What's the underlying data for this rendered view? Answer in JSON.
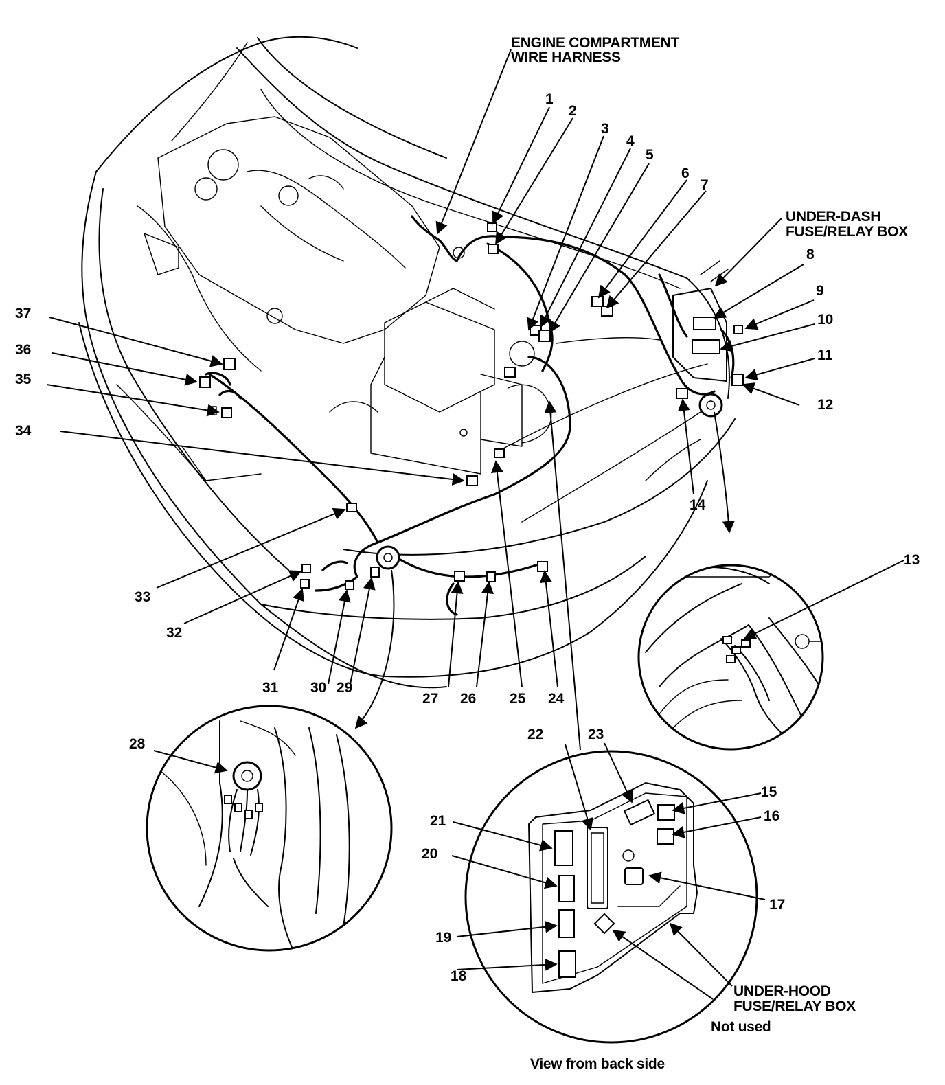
{
  "labels": {
    "engine_harness": [
      "ENGINE COMPARTMENT",
      "WIRE HARNESS"
    ],
    "under_dash_box": [
      "UNDER-DASH",
      "FUSE/RELAY BOX"
    ],
    "under_hood_box": [
      "UNDER-HOOD",
      "FUSE/RELAY BOX"
    ],
    "not_used": "Not used",
    "view_back": "View from back side"
  },
  "callouts": [
    {
      "n": "1"
    },
    {
      "n": "2"
    },
    {
      "n": "3"
    },
    {
      "n": "4"
    },
    {
      "n": "5"
    },
    {
      "n": "6"
    },
    {
      "n": "7"
    },
    {
      "n": "8"
    },
    {
      "n": "9"
    },
    {
      "n": "10"
    },
    {
      "n": "11"
    },
    {
      "n": "12"
    },
    {
      "n": "13"
    },
    {
      "n": "14"
    },
    {
      "n": "15"
    },
    {
      "n": "16"
    },
    {
      "n": "17"
    },
    {
      "n": "18"
    },
    {
      "n": "19"
    },
    {
      "n": "20"
    },
    {
      "n": "21"
    },
    {
      "n": "22"
    },
    {
      "n": "23"
    },
    {
      "n": "24"
    },
    {
      "n": "25"
    },
    {
      "n": "26"
    },
    {
      "n": "27"
    },
    {
      "n": "28"
    },
    {
      "n": "29"
    },
    {
      "n": "30"
    },
    {
      "n": "31"
    },
    {
      "n": "32"
    },
    {
      "n": "33"
    },
    {
      "n": "34"
    },
    {
      "n": "35"
    },
    {
      "n": "36"
    },
    {
      "n": "37"
    }
  ]
}
